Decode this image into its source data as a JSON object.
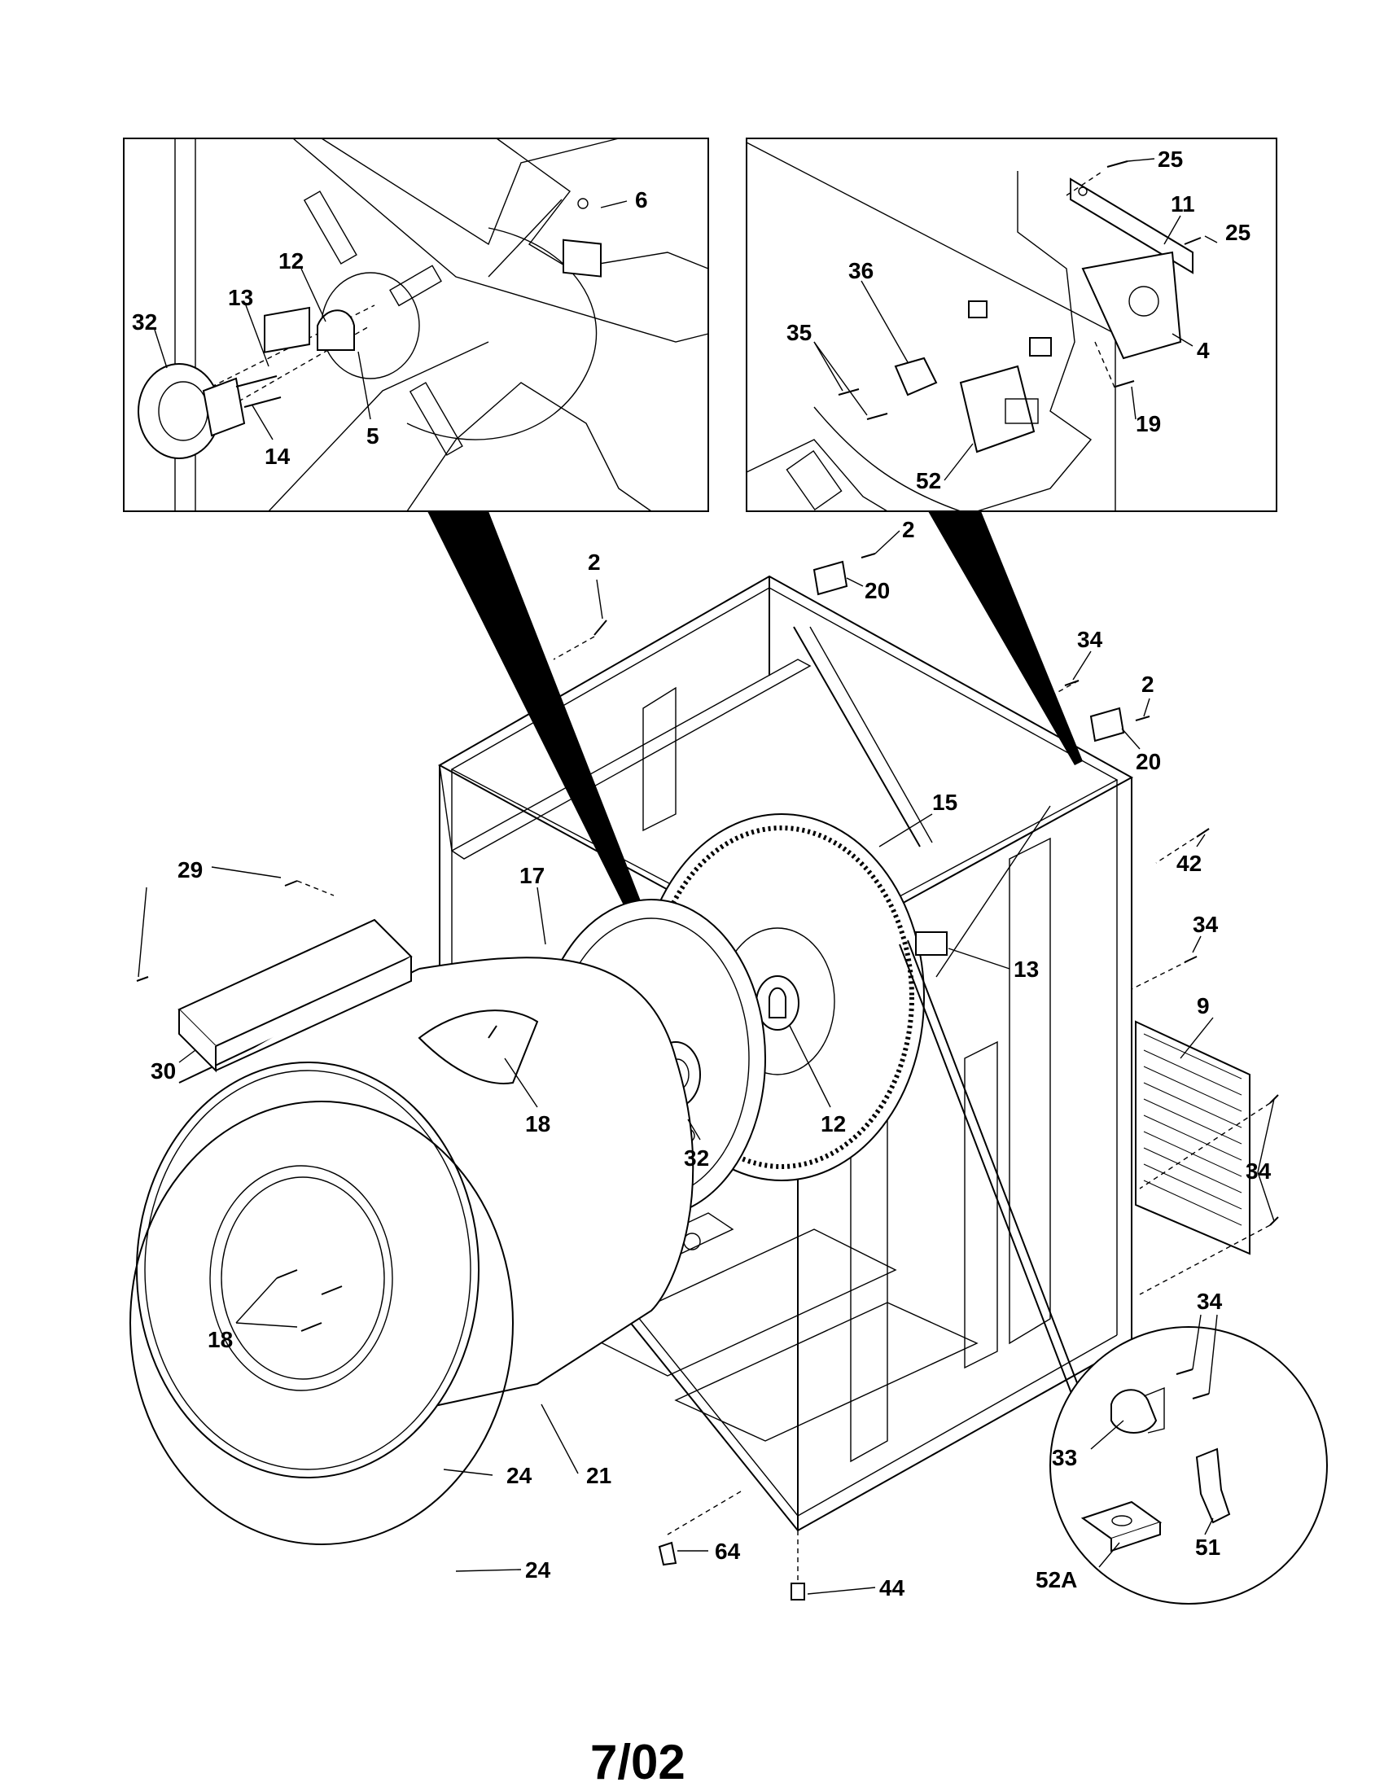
{
  "inset_left": {
    "labels": [
      "6",
      "12",
      "13",
      "32",
      "14",
      "5"
    ]
  },
  "inset_right": {
    "labels": [
      "25",
      "11",
      "25",
      "36",
      "35",
      "4",
      "19",
      "52"
    ]
  },
  "main": {
    "labels": [
      "2",
      "2",
      "20",
      "34",
      "2",
      "20",
      "15",
      "42",
      "29",
      "17",
      "34",
      "13",
      "9",
      "30",
      "18",
      "12",
      "32",
      "34",
      "18",
      "24",
      "21",
      "24",
      "64",
      "44"
    ]
  },
  "detail_circle": {
    "labels": [
      "34",
      "33",
      "51",
      "52A"
    ]
  },
  "footer": {
    "date_code": "7/02"
  }
}
